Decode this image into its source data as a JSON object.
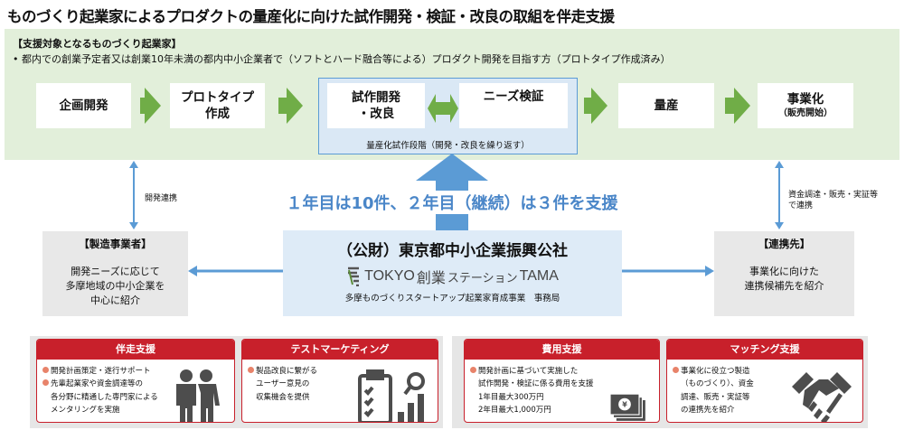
{
  "title": "ものづくり起業家によるプロダクトの量産化に向けた試作開発・検証・改良の取組を伴走支援",
  "target": {
    "heading": "【支援対象となるものづくり起業家】",
    "bullet": "• 都内での創業予定者又は創業10年未満の都内中小企業者で（ソフトとハード融合等による）プロダクト開発を目指す方（プロトタイプ作成済み）"
  },
  "flow": {
    "step1": "企画開発",
    "step2a": "プロトタイプ",
    "step2b": "作成",
    "step3a": "試作開発",
    "step3b": "・改良",
    "step4": "ニーズ検証",
    "step5": "量産",
    "step6": "事業化",
    "step6sub": "（販売開始）",
    "phase": "量産化試作段階（開発・改良を繰り返す）"
  },
  "support_count": "１年目は10件、２年目（継続）は３件を支援",
  "left_link": "開発連携",
  "right_link1": "資金調達・販売・実証等",
  "right_link2": "で連携",
  "manufacturer": {
    "title": "【製造事業者】",
    "l1": "開発ニーズに応じて",
    "l2": "多摩地域の中小企業を",
    "l3": "中心に紹介"
  },
  "partner": {
    "title": "【連携先】",
    "l1": "事業化に向けた",
    "l2": "連携候補先を紹介"
  },
  "org": {
    "name": "（公財）東京都中小企業振興公社",
    "logo_a": "TOKYO",
    "logo_b": "創業",
    "logo_c": "ステーション",
    "logo_d": "TAMA",
    "office": "多摩ものづくりスタートアップ起業家育成事業　事務局"
  },
  "cards": [
    {
      "title": "伴走支援",
      "lines": [
        "開発計画策定・遂行サポート",
        "先輩起業家や資金調達等の",
        "各分野に精通した専門家による",
        "メンタリングを実施"
      ],
      "icon": "people-icon"
    },
    {
      "title": "テストマーケティング",
      "lines": [
        "製品改良に繋がる",
        "ユーザー意見の",
        "収集機会を提供"
      ],
      "icon": "clipboard-chart-icon"
    },
    {
      "title": "費用支援",
      "lines": [
        "開発計画に基づいて実施した",
        "試作開発・検証に係る費用を支援",
        "1年目最大300万円",
        "2年目最大1,000万円"
      ],
      "icon": "yen-bills-icon",
      "yen": "¥"
    },
    {
      "title": "マッチング支援",
      "lines": [
        "事業化に役立つ製造",
        "（ものづくり）、資金",
        "調達、販売・実証等",
        "の連携先を紹介"
      ],
      "icon": "handshake-icon"
    }
  ],
  "colors": {
    "green": "#70ad47",
    "blue": "#5b9bd5",
    "red": "#c8202b"
  }
}
